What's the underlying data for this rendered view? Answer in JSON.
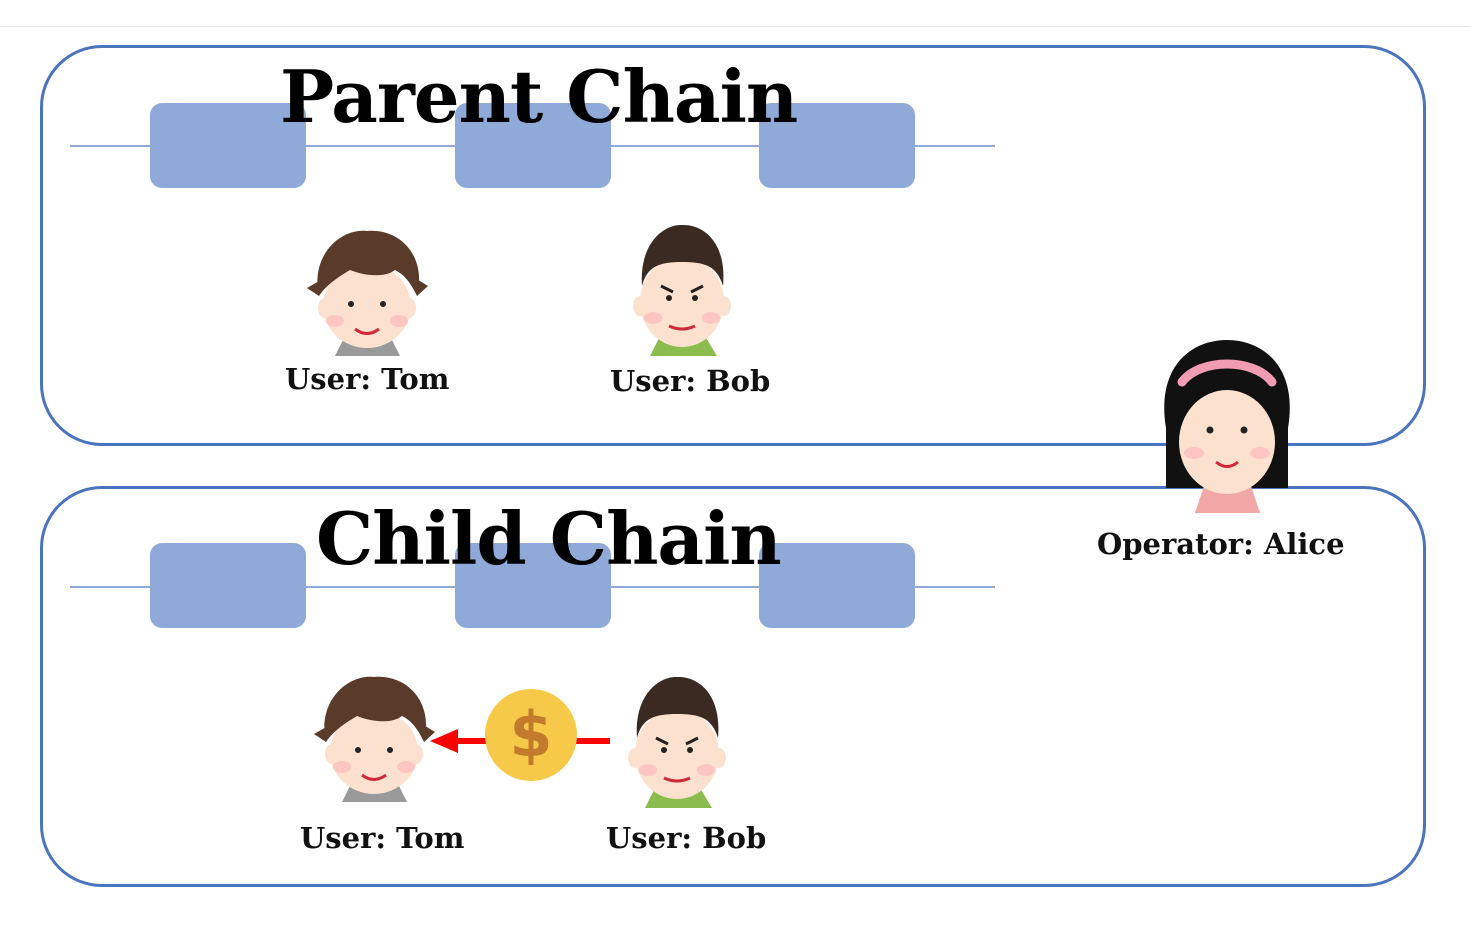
{
  "parent_chain": {
    "title": "Parent Chain",
    "users": [
      {
        "label": "User: Tom"
      },
      {
        "label": "User: Bob"
      }
    ]
  },
  "child_chain": {
    "title": "Child Chain",
    "users": [
      {
        "label": "User: Tom"
      },
      {
        "label": "User: Bob"
      }
    ]
  },
  "operator": {
    "label": "Operator: Alice"
  },
  "transfer": {
    "icon": "dollar-coin-icon",
    "direction": "Bob to Tom"
  },
  "colors": {
    "panel_border": "#4a74bd",
    "block": "#8faad8",
    "arrow": "#ff0000",
    "coin": "#f7c948"
  }
}
